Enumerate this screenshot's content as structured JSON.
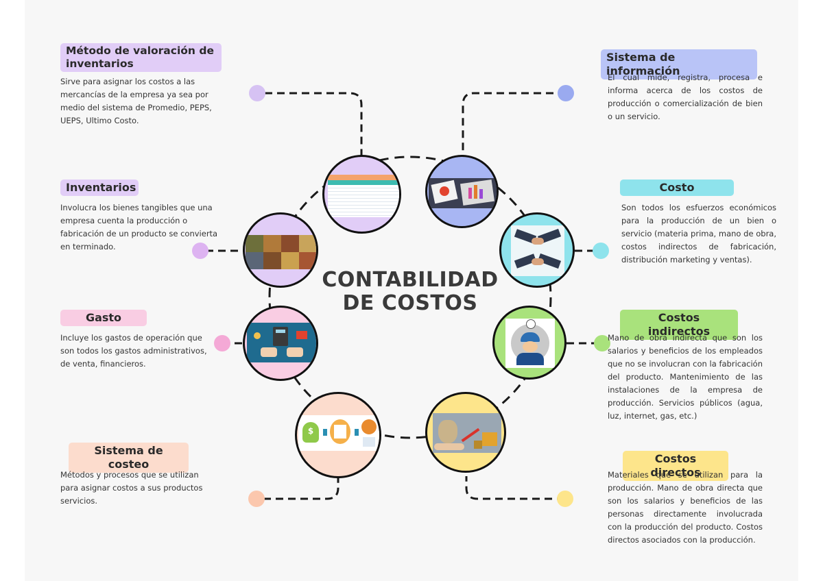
{
  "center_title": [
    "CONTABILIDAD",
    "DE COSTOS"
  ],
  "nodes": {
    "metodo": {
      "title": "Método de valoración de inventarios",
      "desc": "Sirve para asignar los costos a las mercancías de la empresa ya sea por medio del sistema de Promedio, PEPS, UEPS, Ultimo Costo."
    },
    "inventarios": {
      "title": "Inventarios",
      "desc": "Involucra los bienes tangibles que una empresa cuenta la producción o fabricación de un producto se convierta en terminado."
    },
    "gasto": {
      "title": "Gasto",
      "desc": "Incluye los gastos de operación que son todos los gastos administrativos, de venta, financieros."
    },
    "costeo": {
      "title": "Sistema de costeo",
      "desc": "Métodos y procesos que se utilizan para asignar costos a sus productos servicios."
    },
    "informacion": {
      "title": "Sistema de información",
      "desc": "El cual mide, registra, procesa e informa acerca de los costos de producción o comercialización de bien o un servicio."
    },
    "costo": {
      "title": "Costo",
      "desc": "Son todos los esfuerzos económicos para la producción de un bien o servicio (materia prima, mano de obra, costos indirectos de fabricación, distribución marketing y ventas)."
    },
    "indirectos": {
      "title": "Costos indirectos",
      "desc": "Mano de obra indirecta que son los salarios y beneficios de los empleados que no se involucran con la fabricación del producto. Mantenimiento de las instalaciones de la empresa de producción. Servicios públicos (agua, luz, internet, gas, etc.)"
    },
    "directos": {
      "title": "Costos directos",
      "desc": "Materiales que se utilizan para la producción. Mano de obra directa que son los salarios y beneficios de las personas directamente involucrada con la producción del producto. Costos directos asociados con la producción."
    }
  },
  "colors": {
    "lavender": "#e1cdf7",
    "purple_dot": "#d6c2f3",
    "pink": "#f9cde3",
    "pink_dot": "#f4a9d6",
    "peach": "#fcdccd",
    "peach_dot": "#fbc7ad",
    "blue": "#a8b6f3",
    "blue_tag": "#b9c4f7",
    "cyan": "#8ee3ec",
    "green": "#a9e27c",
    "yellow": "#fde58b"
  }
}
